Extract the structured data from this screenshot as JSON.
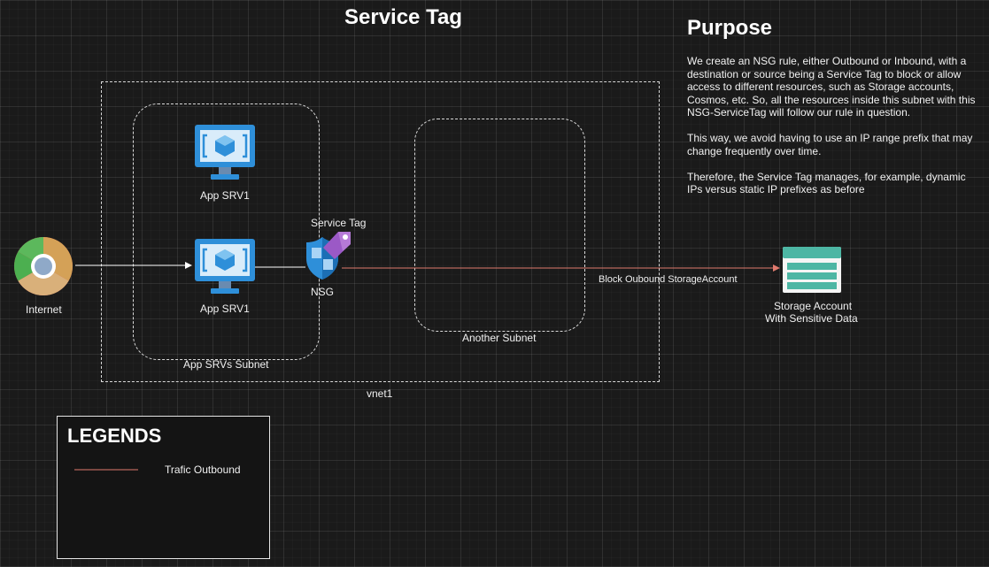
{
  "diagram": {
    "title": "Service Tag",
    "purpose": {
      "heading": "Purpose",
      "paragraphs": [
        "We create an NSG rule, either Outbound or Inbound, with a destination or source being a Service Tag to block or allow access to different resources, such as Storage accounts, Cosmos, etc. So, all the resources inside this subnet with this NSG-ServiceTag will follow our rule in question.",
        "This way, we avoid having to use an IP range prefix that may change frequently over time.",
        "Therefore, the Service Tag manages, for example, dynamic IPs versus static IP prefixes as before"
      ]
    },
    "nodes": {
      "internet": "Internet",
      "app_srv_top": "App SRV1",
      "app_srv_bottom": "App SRV1",
      "service_tag": "Service Tag",
      "nsg": "NSG",
      "storage_line1": "Storage Account",
      "storage_line2": "With Sensitive Data"
    },
    "groups": {
      "vnet": "vnet1",
      "app_subnet": "App SRVs Subnet",
      "another_subnet": "Another Subnet"
    },
    "edges": {
      "block_label": "Block Oubound StorageAccount"
    },
    "legend": {
      "title": "LEGENDS",
      "items": [
        {
          "label": "Trafic Outbound",
          "color": "#e07a6e"
        }
      ]
    },
    "colors": {
      "outbound": "#e07a6e",
      "azure_blue": "#2e8fd9",
      "storage_teal": "#4db6a4"
    }
  }
}
